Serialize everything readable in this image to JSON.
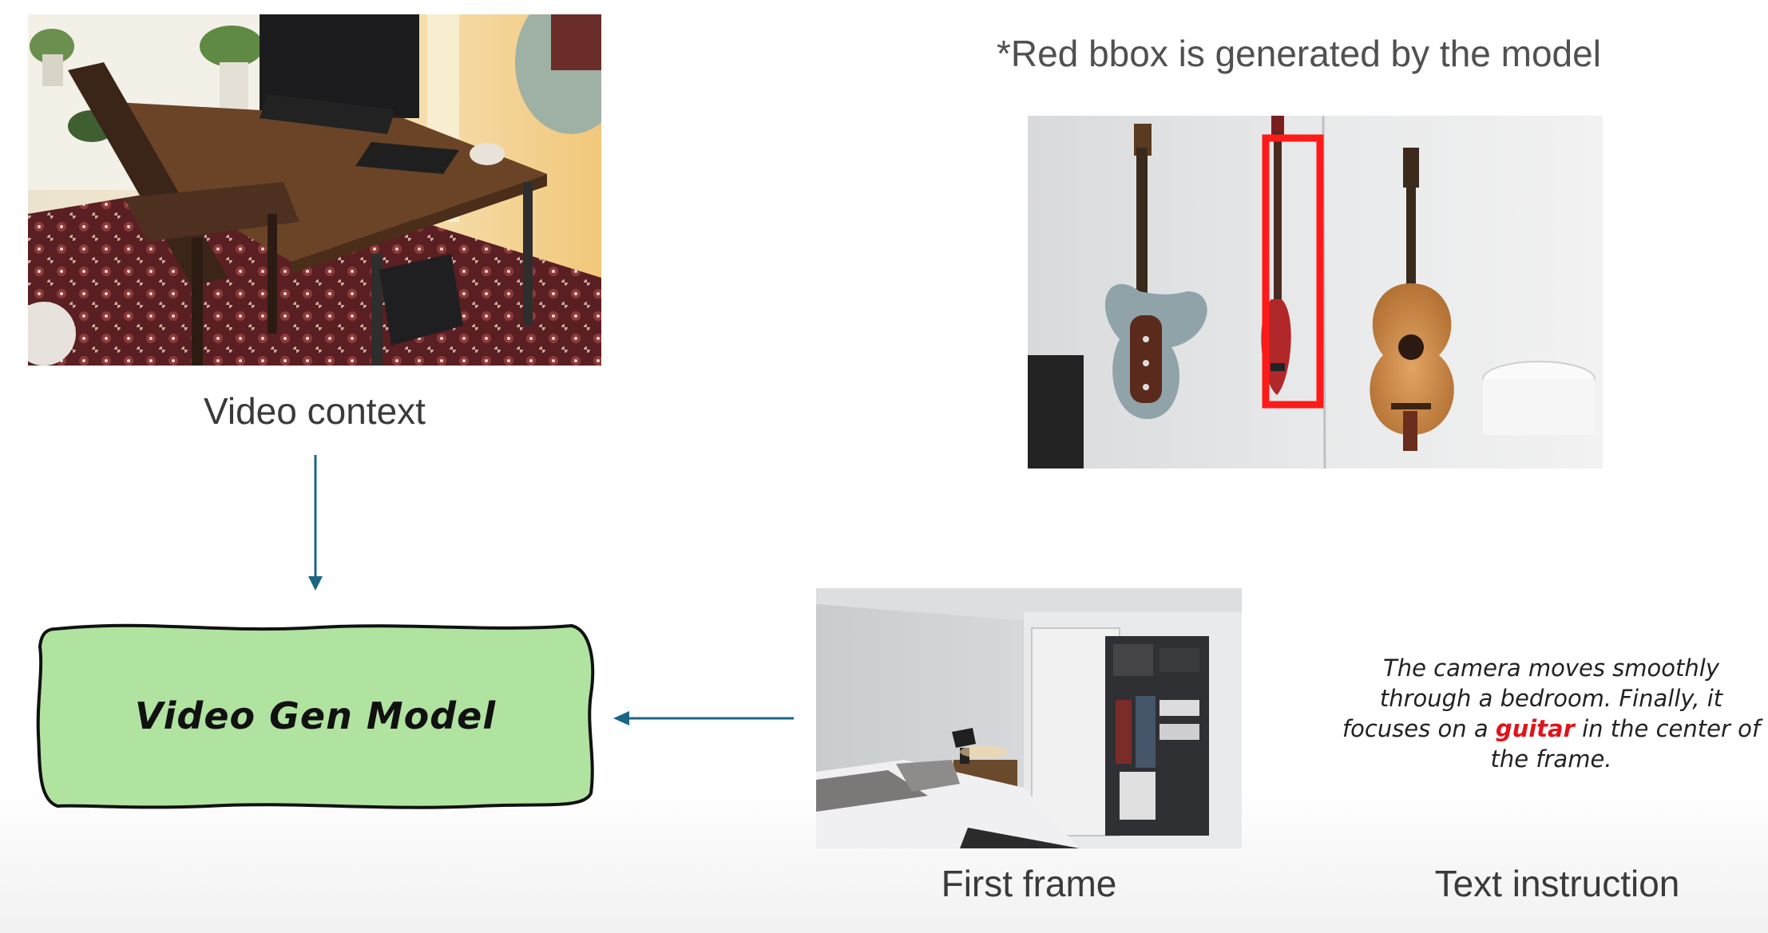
{
  "note": "*Red bbox is generated by the model",
  "video_context": {
    "caption": "Video context"
  },
  "model": {
    "label": "Video Gen Model"
  },
  "first_frame": {
    "caption": "First frame"
  },
  "text_instruction": {
    "caption": "Text instruction",
    "before": "The camera moves smoothly through a bedroom. Finally, it focuses on a ",
    "highlight": "guitar",
    "after": " in the center of the frame."
  },
  "colors": {
    "arrow": "#1b6585",
    "model_fill": "#b1e3a0",
    "bbox": "#ff1a1a",
    "highlight": "#e0141a"
  }
}
